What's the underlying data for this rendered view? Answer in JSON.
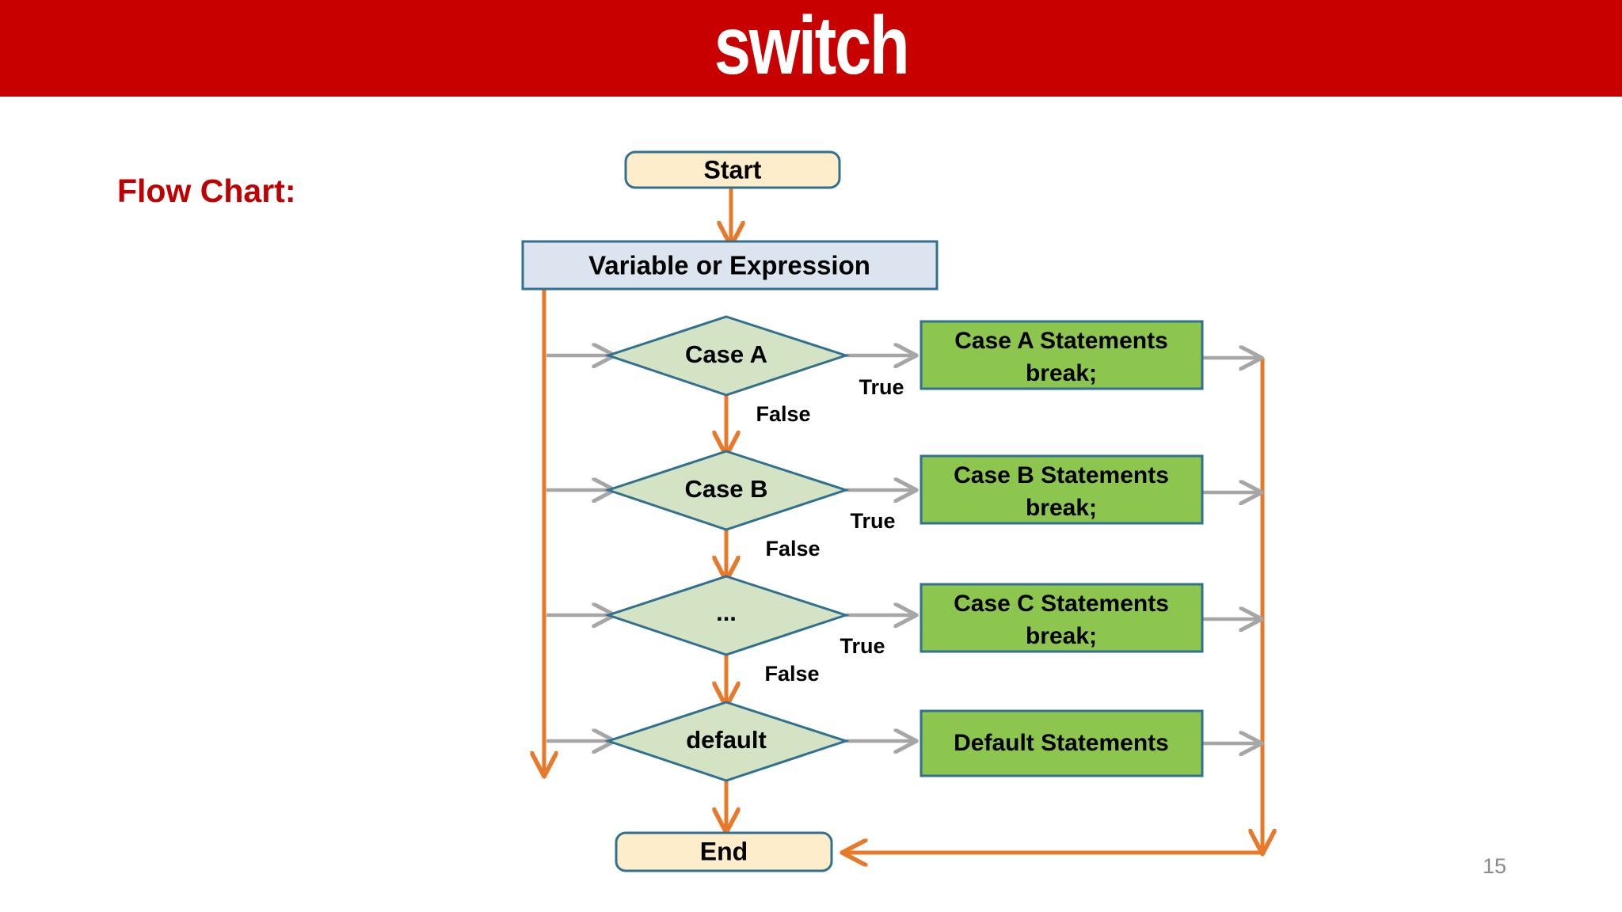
{
  "slide": {
    "title": "switch",
    "section_heading": "Flow Chart:",
    "page_number": "15",
    "banner_color": "#C80000",
    "heading_color": "#C00000",
    "background_color": "#FFFFFF"
  },
  "palette": {
    "terminator_fill": "#FDEDCB",
    "terminator_border": "#31708F",
    "process_fill": "#DCE4F0",
    "process_border": "#31708F",
    "decision_fill": "#D3E3C3",
    "decision_border": "#31708F",
    "statement_fill": "#8CC64E",
    "statement_border": "#31708F",
    "flow_arrow_orange": "#E8792B",
    "branch_arrow_gray": "#A6A6A6",
    "label_text": "#000000"
  },
  "chart_data": {
    "type": "diagram",
    "title": "switch statement flow chart",
    "nodes": [
      {
        "id": "start",
        "kind": "terminator",
        "label": "Start"
      },
      {
        "id": "expr",
        "kind": "process",
        "label": "Variable or Expression"
      },
      {
        "id": "caseA",
        "kind": "decision",
        "label": "Case A"
      },
      {
        "id": "caseB",
        "kind": "decision",
        "label": "Case B"
      },
      {
        "id": "caseC",
        "kind": "decision",
        "label": "..."
      },
      {
        "id": "default",
        "kind": "decision",
        "label": "default"
      },
      {
        "id": "stmtA",
        "kind": "statement",
        "label_line1": "Case A Statements",
        "label_line2": "break;"
      },
      {
        "id": "stmtB",
        "kind": "statement",
        "label_line1": "Case B Statements",
        "label_line2": "break;"
      },
      {
        "id": "stmtC",
        "kind": "statement",
        "label_line1": "Case C Statements",
        "label_line2": "break;"
      },
      {
        "id": "stmtD",
        "kind": "statement",
        "label_line1": "Default Statements",
        "label_line2": ""
      },
      {
        "id": "end",
        "kind": "terminator",
        "label": "End"
      }
    ],
    "edges": [
      {
        "from": "start",
        "to": "expr",
        "label": "",
        "color": "orange"
      },
      {
        "from": "expr",
        "to": "caseA",
        "label": "",
        "color": "gray"
      },
      {
        "from": "expr",
        "to": "caseB",
        "label": "",
        "color": "gray"
      },
      {
        "from": "expr",
        "to": "caseC",
        "label": "",
        "color": "gray"
      },
      {
        "from": "expr",
        "to": "default",
        "label": "",
        "color": "gray"
      },
      {
        "from": "caseA",
        "to": "stmtA",
        "label": "True",
        "color": "gray"
      },
      {
        "from": "caseB",
        "to": "stmtB",
        "label": "True",
        "color": "gray"
      },
      {
        "from": "caseC",
        "to": "stmtC",
        "label": "True",
        "color": "gray"
      },
      {
        "from": "default",
        "to": "stmtD",
        "label": "",
        "color": "gray"
      },
      {
        "from": "caseA",
        "to": "caseB",
        "label": "False",
        "color": "orange"
      },
      {
        "from": "caseB",
        "to": "caseC",
        "label": "False",
        "color": "orange"
      },
      {
        "from": "caseC",
        "to": "default",
        "label": "False",
        "color": "orange"
      },
      {
        "from": "default",
        "to": "end",
        "label": "",
        "color": "orange"
      },
      {
        "from": "stmtA",
        "to": "end",
        "label": "",
        "color": "gray"
      },
      {
        "from": "stmtB",
        "to": "end",
        "label": "",
        "color": "gray"
      },
      {
        "from": "stmtC",
        "to": "end",
        "label": "",
        "color": "gray"
      },
      {
        "from": "stmtD",
        "to": "end",
        "label": "",
        "color": "gray"
      }
    ],
    "edge_labels": {
      "true_a": "True",
      "true_b": "True",
      "true_c": "True",
      "false_a": "False",
      "false_b": "False",
      "false_c": "False"
    }
  }
}
